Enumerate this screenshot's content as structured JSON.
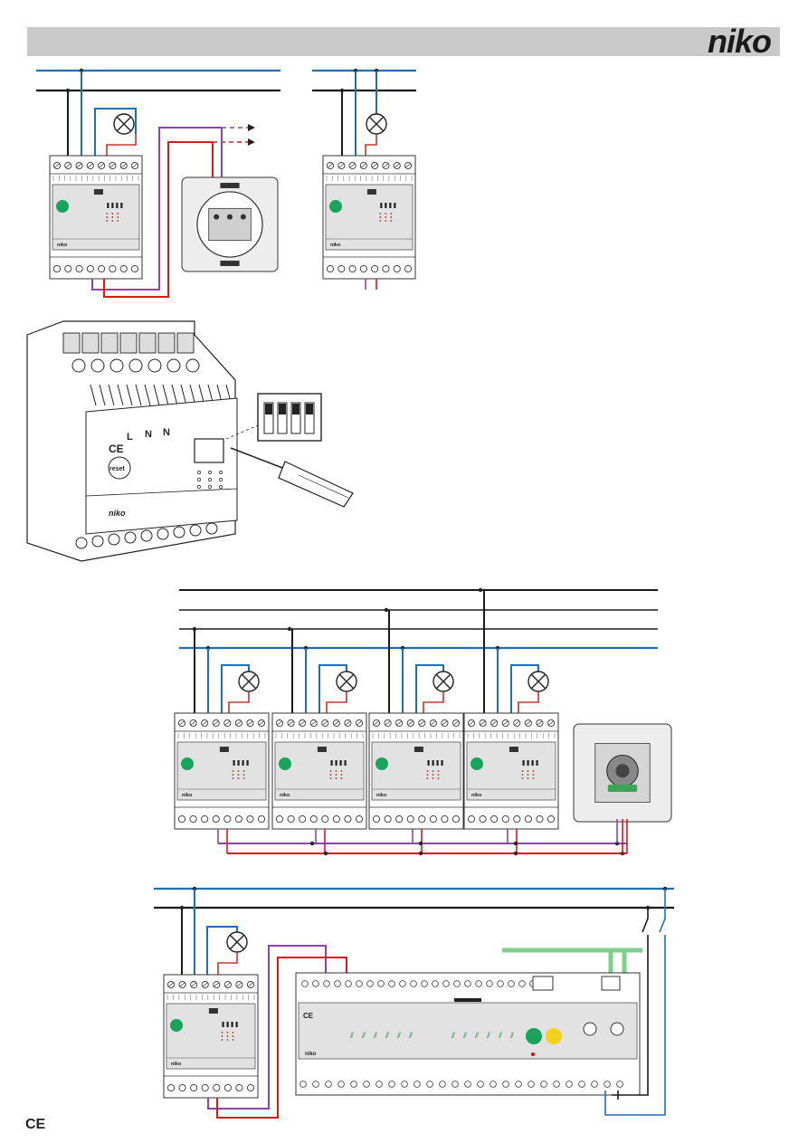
{
  "header": {
    "brand": "niko"
  },
  "zoom_module": {
    "labels": [
      "L",
      "N",
      "N"
    ],
    "reset": "reset",
    "brand": "niko"
  },
  "module_brand": "niko",
  "footer": {
    "ce": "CE"
  },
  "colors": {
    "phase": "#1a1a1a",
    "neutral": "#1f6fb5",
    "switched": "#c0392b",
    "control_red": "#d7191c",
    "control_purple": "#8e44ad",
    "bus_green": "#7fcf8f",
    "led_green": "#1aa35b",
    "led_yellow": "#f2d21b",
    "header_bar": "#c9c9c9"
  }
}
